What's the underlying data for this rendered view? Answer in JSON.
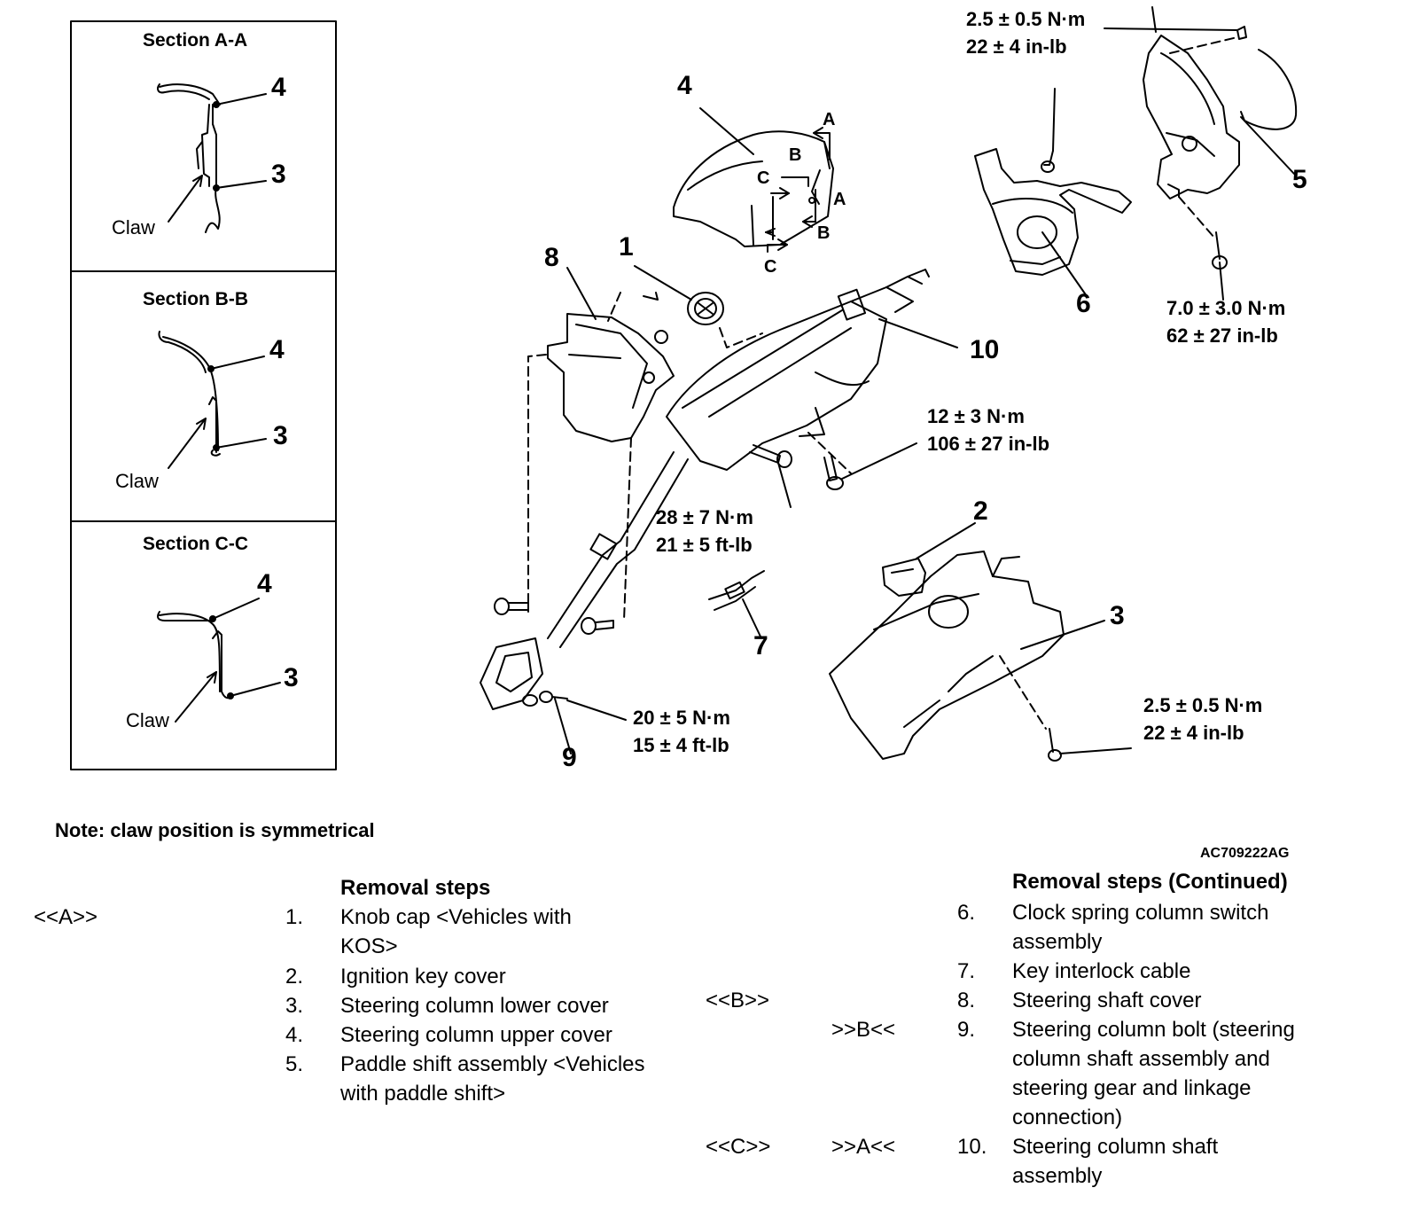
{
  "sections": [
    {
      "title": "Section A-A",
      "label_upper": "4",
      "label_lower": "3",
      "claw": "Claw"
    },
    {
      "title": "Section B-B",
      "label_upper": "4",
      "label_lower": "3",
      "claw": "Claw"
    },
    {
      "title": "Section C-C",
      "label_upper": "4",
      "label_lower": "3",
      "claw": "Claw"
    }
  ],
  "callouts": {
    "c1": "1",
    "c2": "2",
    "c3": "3",
    "c4": "4",
    "c5": "5",
    "c6": "6",
    "c7": "7",
    "c8": "8",
    "c9": "9",
    "c10": "10"
  },
  "section_markers": {
    "a": "A",
    "b": "B",
    "c": "C"
  },
  "torques": {
    "top": "2.5 ± 0.5 N·m\n22 ± 4 in-lb",
    "paddle": "7.0 ± 3.0 N·m\n62 ± 27 in-lb",
    "column": "12 ± 3 N·m\n106 ± 27 in-lb",
    "shaft": "28 ± 7 N·m\n21 ± 5 ft-lb",
    "joint": "20 ± 5 N·m\n15 ± 4 ft-lb",
    "lower_cover": "2.5 ± 0.5 N·m\n22 ± 4 in-lb"
  },
  "note": "Note: claw position is symmetrical",
  "figure_code": "AC709222AG",
  "removal_left": {
    "heading": "Removal steps",
    "steps": [
      {
        "ref": "<<A>>",
        "install": "",
        "num": "1.",
        "text": "Knob cap <Vehicles with KOS>"
      },
      {
        "ref": "",
        "install": "",
        "num": "2.",
        "text": "Ignition key cover"
      },
      {
        "ref": "",
        "install": "",
        "num": "3.",
        "text": "Steering column lower cover"
      },
      {
        "ref": "",
        "install": "",
        "num": "4.",
        "text": "Steering column upper cover"
      },
      {
        "ref": "",
        "install": "",
        "num": "5.",
        "text": "Paddle shift assembly <Vehicles with paddle shift>"
      }
    ]
  },
  "removal_right": {
    "heading": "Removal steps (Continued)",
    "steps": [
      {
        "ref": "",
        "install": "",
        "num": "6.",
        "text": "Clock spring column switch assembly"
      },
      {
        "ref": "",
        "install": "",
        "num": "7.",
        "text": "Key interlock cable"
      },
      {
        "ref": "<<B>>",
        "install": "",
        "num": "8.",
        "text": "Steering shaft cover"
      },
      {
        "ref": "",
        "install": ">>B<<",
        "num": "9.",
        "text": "Steering column bolt (steering column shaft assembly and steering gear and linkage connection)"
      },
      {
        "ref": "<<C>>",
        "install": ">>A<<",
        "num": "10.",
        "text": "Steering column shaft assembly"
      }
    ]
  }
}
